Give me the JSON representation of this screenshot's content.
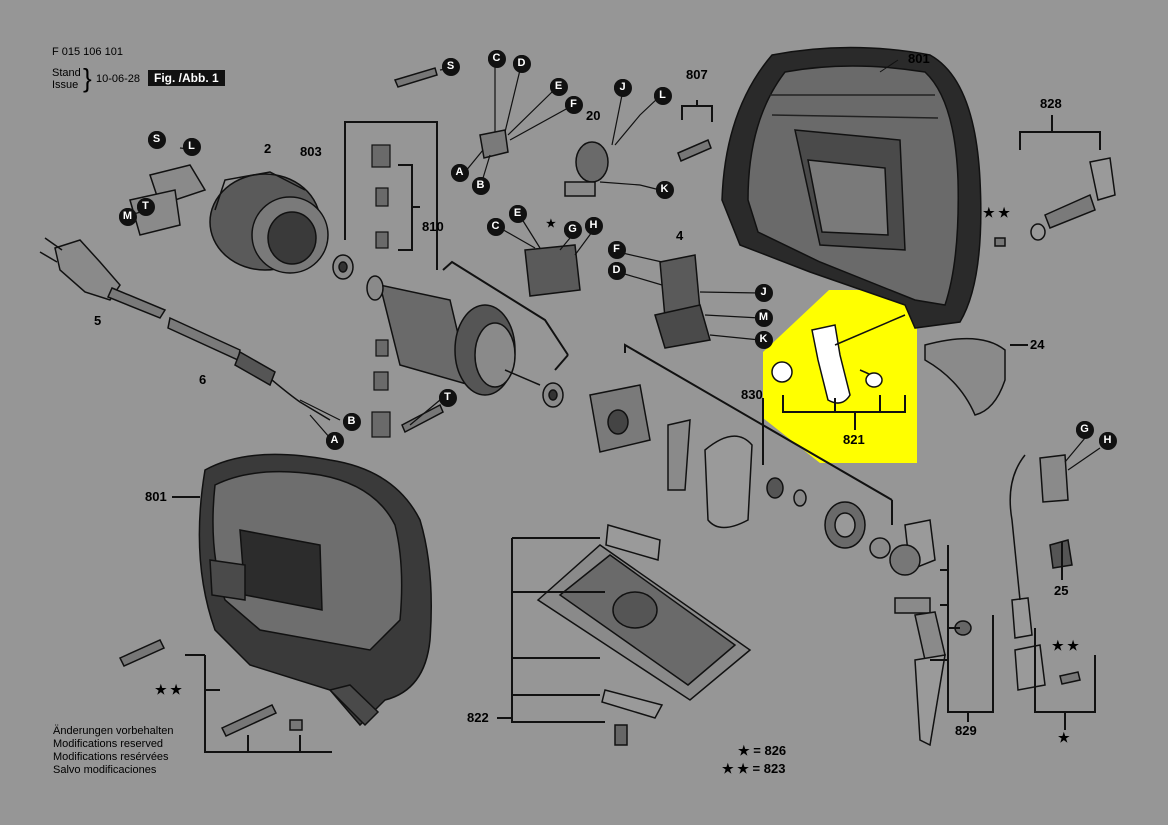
{
  "header": {
    "doc_number": "F 015 106 101",
    "stand_label": "Stand",
    "issue_label": "Issue",
    "date": "10-06-28",
    "figure": "Fig. /Abb. 1"
  },
  "footer": {
    "notes": [
      "Änderungen vorbehalten",
      "Modifications reserved",
      "Modifications resérvées",
      "Salvo modificaciones"
    ]
  },
  "legend": {
    "single_star": "★ = 826",
    "double_star": "★ ★ = 823"
  },
  "parts": {
    "p2": "2",
    "p4": "4",
    "p5": "5",
    "p6": "6",
    "p20": "20",
    "p24": "24",
    "p25": "25",
    "p801_top": "801",
    "p801_bottom": "801",
    "p803": "803",
    "p807": "807",
    "p810": "810",
    "p821": "821",
    "p822": "822",
    "p828": "828",
    "p829": "829",
    "p830": "830"
  },
  "stars": {
    "s1": "★",
    "s2": "★ ★",
    "s3": "★ ★",
    "s4": "★ ★",
    "s5": "★"
  },
  "connectors": {
    "S1": "S",
    "C1": "C",
    "D1": "D",
    "E1": "E",
    "F1": "F",
    "J1": "J",
    "L1": "L",
    "A1": "A",
    "B1": "B",
    "K1": "K",
    "S2": "S",
    "L2": "L",
    "M1": "M",
    "T1": "T",
    "C2": "C",
    "E2": "E",
    "G1": "G",
    "H1": "H",
    "F2": "F",
    "D2": "D",
    "J2": "J",
    "M2": "M",
    "K2": "K",
    "B2": "B",
    "A2": "A",
    "T2": "T",
    "G2": "G",
    "H2": "H"
  },
  "highlight": {
    "color": "#ffff00",
    "part": "821"
  }
}
